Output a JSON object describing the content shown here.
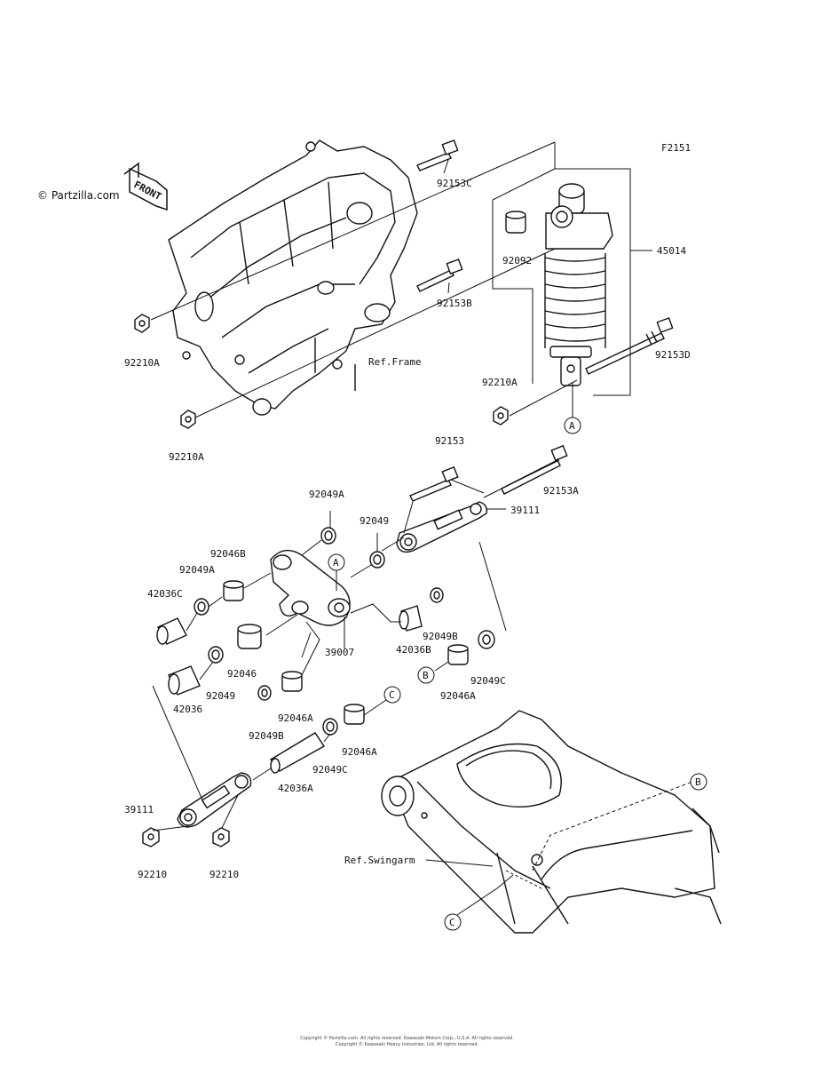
{
  "figure_id": "F2151",
  "watermark": "© Partzilla.com",
  "front_arrow": "FRONT",
  "refs": {
    "frame": "Ref.Frame",
    "swingarm": "Ref.Swingarm"
  },
  "callouts": {
    "a": "A",
    "b": "B",
    "c": "C"
  },
  "parts": {
    "p92153C": "92153C",
    "p92153B": "92153B",
    "p92210A_1": "92210A",
    "p92210A_2": "92210A",
    "p92210A_3": "92210A",
    "p92092": "92092",
    "p45014": "45014",
    "p92153D": "92153D",
    "p92153": "92153",
    "p92153A": "92153A",
    "p39111_1": "39111",
    "p92049A_1": "92049A",
    "p92049_1": "92049",
    "p92046B": "92046B",
    "p92049A_2": "92049A",
    "p42036C": "42036C",
    "p39007": "39007",
    "p42036B": "42036B",
    "p92049B_1": "92049B",
    "p92046_1": "92046",
    "p92049C_1": "92049C",
    "p92046A_1": "92046A",
    "p42036": "42036",
    "p92049_2": "92049",
    "p92046A_2": "92046A",
    "p92049B_2": "92049B",
    "p92046A_3": "92046A",
    "p92049C_2": "92049C",
    "p42036A": "42036A",
    "p39111_2": "39111",
    "p92210_1": "92210",
    "p92210_2": "92210"
  },
  "footer": {
    "line1": "Copyright © Partzilla.com. All rights reserved. Kawasaki Motors Corp., U.S.A. All rights reserved.",
    "line2": "Copyright © Kawasaki Heavy Industries, Ltd. All rights reserved."
  }
}
